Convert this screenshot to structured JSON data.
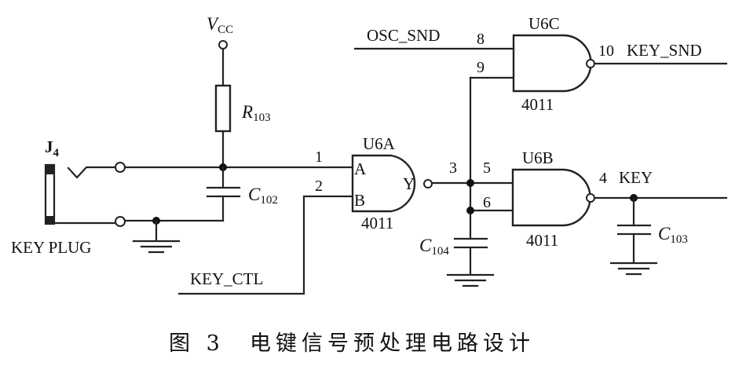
{
  "diagram": {
    "power": {
      "label": "V",
      "label_sub": "CC"
    },
    "resistor": {
      "label": "R",
      "label_sub": "103"
    },
    "capacitors": [
      {
        "id": "C102",
        "label": "C",
        "label_sub": "102"
      },
      {
        "id": "C104",
        "label": "C",
        "label_sub": "104"
      },
      {
        "id": "C103",
        "label": "C",
        "label_sub": "103"
      }
    ],
    "connector": {
      "label": "J",
      "label_sub": "4",
      "name": "KEY PLUG"
    },
    "nets": {
      "osc_snd": "OSC_SND",
      "key_ctl": "KEY_CTL",
      "key_snd": "KEY_SND",
      "key": "KEY"
    },
    "gates": {
      "u6a": {
        "name": "U6A",
        "part": "4011",
        "in_a": "A",
        "in_b": "B",
        "out": "Y",
        "pin_a": "1",
        "pin_b": "2",
        "pin_out": "3"
      },
      "u6b": {
        "name": "U6B",
        "part": "4011",
        "pin_a": "5",
        "pin_b": "6",
        "pin_out": "4"
      },
      "u6c": {
        "name": "U6C",
        "part": "4011",
        "pin_a": "8",
        "pin_b": "9",
        "pin_out": "10"
      }
    }
  },
  "caption": {
    "figure": "图 3",
    "title": "电键信号预处理电路设计"
  }
}
